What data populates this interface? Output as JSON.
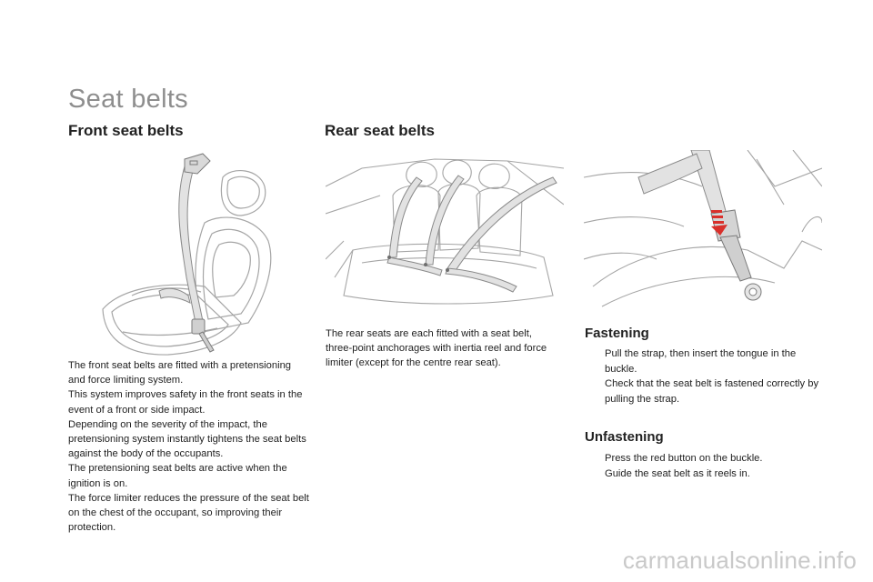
{
  "page": {
    "title": "Seat belts",
    "watermark": "carmanualsonline.info"
  },
  "front": {
    "heading": "Front seat belts",
    "paragraphs": [
      "The front seat belts are fitted with a pretensioning and force limiting system.",
      "This system improves safety in the front seats in the event of a front or side impact.",
      "Depending on the severity of the impact, the pretensioning system instantly tightens the seat belts against the body of the occupants.",
      "The pretensioning seat belts are active when the ignition is on.",
      "The force limiter reduces the pressure of the seat belt on the chest of the occupant, so improving their protection."
    ]
  },
  "rear": {
    "heading": "Rear seat belts",
    "description": "The rear seats are each fitted with a seat belt, three-point anchorages with inertia reel and force limiter (except for the centre rear seat)."
  },
  "fastening": {
    "heading": "Fastening",
    "items": [
      "Pull the strap, then insert the tongue in the buckle.",
      "Check that the seat belt is fastened correctly by pulling the strap."
    ]
  },
  "unfastening": {
    "heading": "Unfastening",
    "items": [
      "Press the red button on the buckle.",
      "Guide the seat belt as it reels in."
    ]
  },
  "bullet_glyph": "",
  "colors": {
    "title_gray": "#8e8e8e",
    "belt_fill": "#e2e2e2",
    "line_gray": "#9a9a9a",
    "buckle_red": "#d9302b"
  }
}
